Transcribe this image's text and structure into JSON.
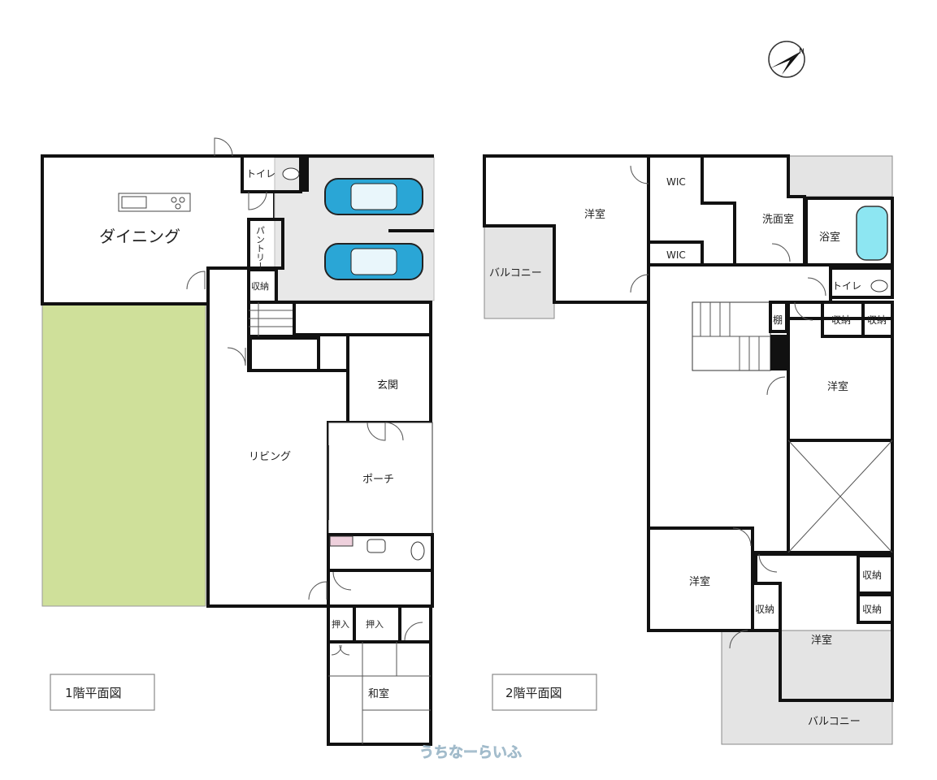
{
  "floor1": {
    "caption": "1階平面図",
    "rooms": {
      "dining": "ダイニング",
      "toilet": "トイレ",
      "pantry": "パントリー",
      "storage": "収納",
      "living": "リビング",
      "entrance": "玄関",
      "porch": "ポーチ",
      "closet_a": "押入",
      "closet_b": "押入",
      "washitsu": "和室"
    }
  },
  "floor2": {
    "caption": "2階平面図",
    "rooms": {
      "western_nw": "洋室",
      "balcony_w": "バルコニー",
      "wic_top": "WIC",
      "wic_bottom": "WIC",
      "washroom": "洗面室",
      "bath": "浴室",
      "toilet": "トイレ",
      "shelf": "棚",
      "storage_a": "収納",
      "storage_b": "収納",
      "western_e": "洋室",
      "western_sw": "洋室",
      "storage_c": "収納",
      "storage_d": "収納",
      "storage_e": "収納",
      "western_se": "洋室",
      "balcony_s": "バルコニー"
    }
  },
  "compass_letter": "N",
  "watermark": "うちなーらいふ",
  "colors": {
    "dining_living": "#f9a3a3",
    "garden": "#cfe09a",
    "storage_pink": "#eed0dc",
    "water": "#bdf1f7",
    "western": "#f7f3ad",
    "washitsu": "#a8f08e",
    "balcony": "#e4e4e4",
    "garage": "#e8e8e8"
  }
}
